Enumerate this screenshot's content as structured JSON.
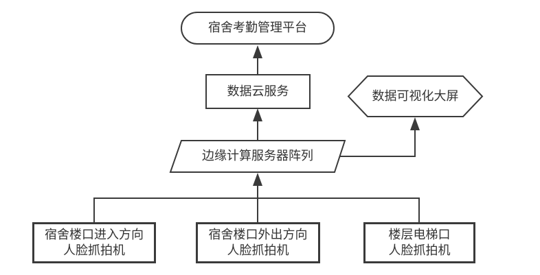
{
  "diagram": {
    "type": "flowchart",
    "colors": {
      "stroke": "#3a3a3a",
      "node_fill": "#ffffff",
      "text": "#333333",
      "background": "#ffffff"
    },
    "nodes": {
      "platform": {
        "shape": "stadium",
        "label": "宿舍考勤管理平台"
      },
      "cloud": {
        "shape": "rectangle",
        "label": "数据云服务"
      },
      "bigscreen": {
        "shape": "hexagon",
        "label": "数据可视化大屏"
      },
      "edge_servers": {
        "shape": "parallelogram",
        "label": "边缘计算服务器阵列"
      },
      "camera_entry": {
        "shape": "rectangle",
        "line1": "宿舍楼口进入方向",
        "line2": "人脸抓拍机"
      },
      "camera_exit": {
        "shape": "rectangle",
        "line1": "宿舍楼口外出方向",
        "line2": "人脸抓拍机"
      },
      "camera_elevator": {
        "shape": "rectangle",
        "line1": "楼层电梯口",
        "line2": "人脸抓拍机"
      }
    },
    "edges": [
      {
        "from": "数据云服务",
        "to": "宿舍考勤管理平台",
        "direction": "up"
      },
      {
        "from": "边缘计算服务器阵列",
        "to": "数据云服务",
        "direction": "up"
      },
      {
        "from": "边缘计算服务器阵列",
        "to": "数据可视化大屏",
        "direction": "up"
      },
      {
        "from": "宿舍楼口进入方向人脸抓拍机",
        "to": "边缘计算服务器阵列",
        "direction": "up"
      },
      {
        "from": "宿舍楼口外出方向人脸抓拍机",
        "to": "边缘计算服务器阵列",
        "direction": "up"
      },
      {
        "from": "楼层电梯口人脸抓拍机",
        "to": "边缘计算服务器阵列",
        "direction": "up"
      }
    ]
  }
}
